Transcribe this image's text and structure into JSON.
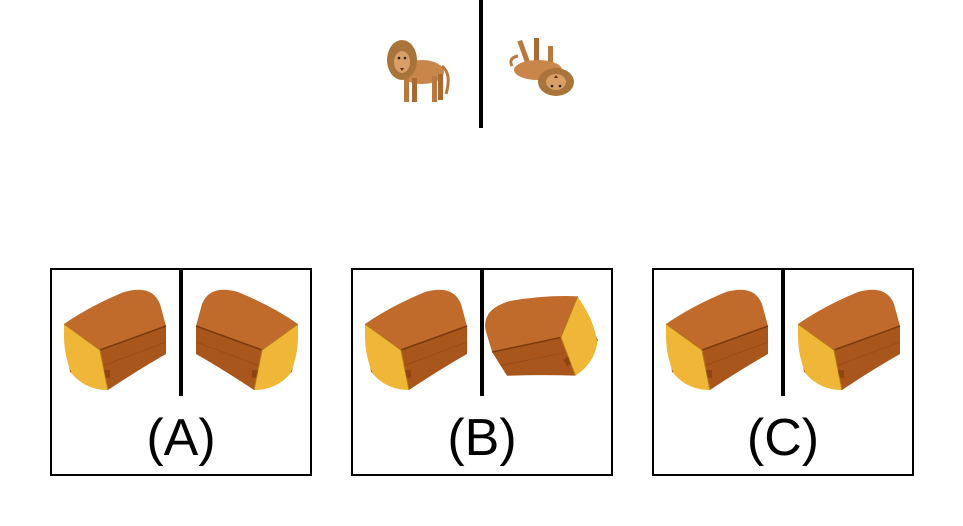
{
  "reference": {
    "left_figure": "lion-standing-icon",
    "right_figure": "lion-rotated-icon"
  },
  "options": [
    {
      "label": "(A)",
      "left_figure": "chest-icon",
      "right_figure": "chest-mirrored-icon"
    },
    {
      "label": "(B)",
      "left_figure": "chest-icon",
      "right_figure": "chest-tilted-icon"
    },
    {
      "label": "(C)",
      "left_figure": "chest-icon",
      "right_figure": "chest-icon"
    }
  ],
  "colors": {
    "wood": "#b45e22",
    "wood_dark": "#8f4512",
    "wood_light": "#c8733a",
    "wood_end": "#f0b93a",
    "lion_body": "#c8864a",
    "lion_mane": "#a9743a"
  }
}
